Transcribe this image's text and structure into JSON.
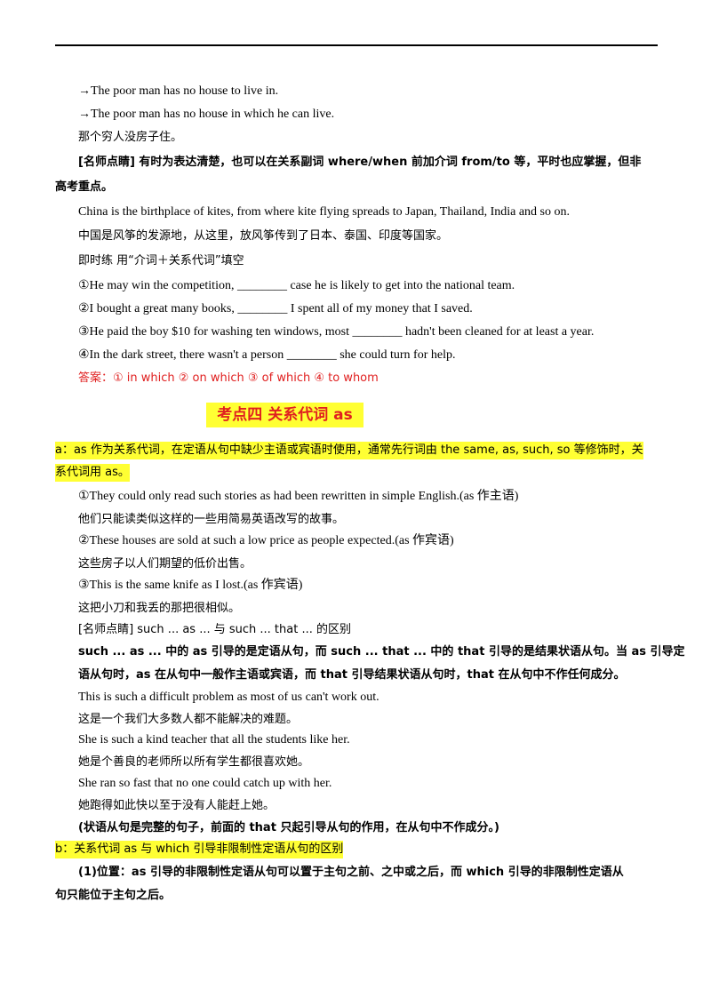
{
  "lines": {
    "l1": "→The poor man has no house  to live in.",
    "l2": "→The poor man has no house  in which  he can live.",
    "l3": "那个穷人没房子住。",
    "tip1_a": "[名师点睛]   有时为表达清楚，也可以在关系副词 where/when 前加介词 from/to 等，平时也应掌握，但非",
    "tip1_b": "高考重点。",
    "ex1_en": "China is the birthplace of kites,   from where  kite flying spreads to Japan,   Thailand,   India and so on.",
    "ex1_cn": "中国是风筝的发源地，从这里，放风筝传到了日本、泰国、印度等国家。",
    "practice_title": "即时练   用“介词＋关系代词”填空",
    "q1": "①He may win the competition, ________ case he is likely to get into the national team.",
    "q2": "②I bought a great many books, ________ I spent all of my money that I saved.",
    "q3": "③He paid the boy    $10 for washing ten windows, most ________ hadn't been cleaned for at least a year.",
    "q4": " ④In the dark street, there wasn't a person ________ she could turn for help.",
    "answer": "答案：① in which    ② on which    ③ of which    ④ to whom",
    "section_heading": "考点四   关系代词 as",
    "a_line1": "a：as 作为关系代词，在定语从句中缺少主语或宾语时使用，通常先行词由 the same, as, such, so 等修饰时，关",
    "a_line2": "系代词用 as。",
    "s1_en": "①They could only read  such  stories  as  had been rewritten in simple English.(as 作主语)",
    "s1_cn": "他们只能读类似这样的一些用简易英语改写的故事。",
    "s2_en": "②These houses are sold at  such  a low price  as  people expected.(as 作宾语)",
    "s2_cn": "这些房子以人们期望的低价出售。",
    "s3_en": "③This is  the same  knife  as  I lost.(as 作宾语)",
    "s3_cn": "这把小刀和我丢的那把很相似。",
    "tip2_title": "[名师点睛]    such ... as ...  与 such ... that ...  的区别",
    "tip2_b1": "such ... as ...  中的 as 引导的是定语从句，而 such ... that ...  中的 that 引导的是结果状语从句。当 as 引导定",
    "tip2_b2": "语从句时，as 在从句中一般作主语或宾语，而 that 引导结果状语从句时，that 在从句中不作任何成分。",
    "e1_en": "This is  such  a difficult problem  as  most of us can't work out.",
    "e1_cn": "这是一个我们大多数人都不能解决的难题。",
    "e2_en": "She is  such  a kind teacher  that  all the students like her.",
    "e2_cn": "她是个善良的老师所以所有学生都很喜欢她。",
    "e3_en": "She ran so fast that no one could catch up with her.",
    "e3_cn": "她跑得如此快以至于没有人能赶上她。",
    "note": "(状语从句是完整的句子，前面的 that 只起引导从句的作用，在从句中不作成分。)",
    "b_title": "b：关系代词 as 与 which 引导非限制性定语从句的区别",
    "p1_a": "(1)位置：as 引导的非限制性定语从句可以置于主句之前、之中或之后，而 which 引导的非限制性定语从",
    "p1_b": "句只能位于主句之后。"
  },
  "colors": {
    "highlight": "#ffff33",
    "red": "#e02020"
  }
}
